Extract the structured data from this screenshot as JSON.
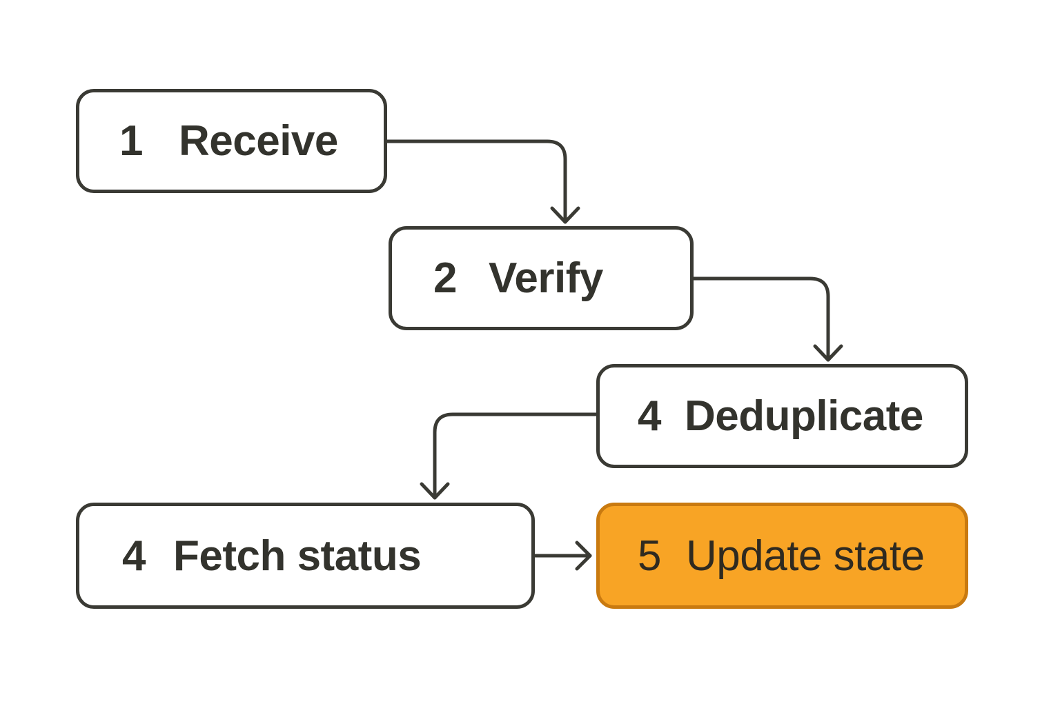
{
  "diagram": {
    "steps": [
      {
        "number": "1",
        "label": "Receive",
        "highlighted": false
      },
      {
        "number": "2",
        "label": "Verify",
        "highlighted": false
      },
      {
        "number": "4",
        "label": "Deduplicate",
        "highlighted": false
      },
      {
        "number": "4",
        "label": "Fetch status",
        "highlighted": false
      },
      {
        "number": "5",
        "label": "Update state",
        "highlighted": true
      }
    ],
    "connections": [
      {
        "from": "Receive",
        "to": "Verify"
      },
      {
        "from": "Verify",
        "to": "Deduplicate"
      },
      {
        "from": "Deduplicate",
        "to": "Fetch status"
      },
      {
        "from": "Fetch status",
        "to": "Update state"
      }
    ],
    "colors": {
      "stroke": "#3a3a34",
      "text": "#33332d",
      "highlight_fill": "#f8a425",
      "highlight_border": "#c97a10",
      "background": "#ffffff"
    }
  }
}
